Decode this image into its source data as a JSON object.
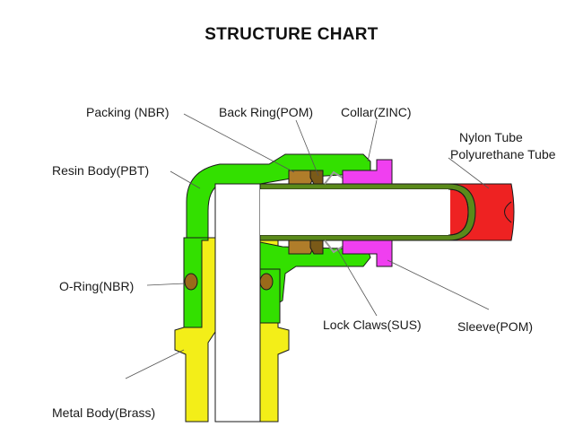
{
  "title": "STRUCTURE CHART",
  "labels": {
    "packing": "Packing (NBR)",
    "back_ring": "Back Ring(POM)",
    "collar": "Collar(ZINC)",
    "nylon_tube": "Nylon Tube",
    "polyurethane_tube": "Polyurethane Tube",
    "resin_body": "Resin Body(PBT)",
    "o_ring": "O-Ring(NBR)",
    "lock_claws": "Lock Claws(SUS)",
    "sleeve": "Sleeve(POM)",
    "metal_body": "Metal Body(Brass)"
  },
  "colors": {
    "resin_body": "#33e000",
    "metal_body": "#f3ee18",
    "o_ring": "#9a6a1a",
    "packing": "#b07d2a",
    "back_ring": "#7a5a18",
    "collar": "#f03ff0",
    "lock_claws": "#9a9a9a",
    "tube_wall": "#5a8a1a",
    "tube_outer": "#ee2222",
    "outline": "#1a1a1a"
  }
}
